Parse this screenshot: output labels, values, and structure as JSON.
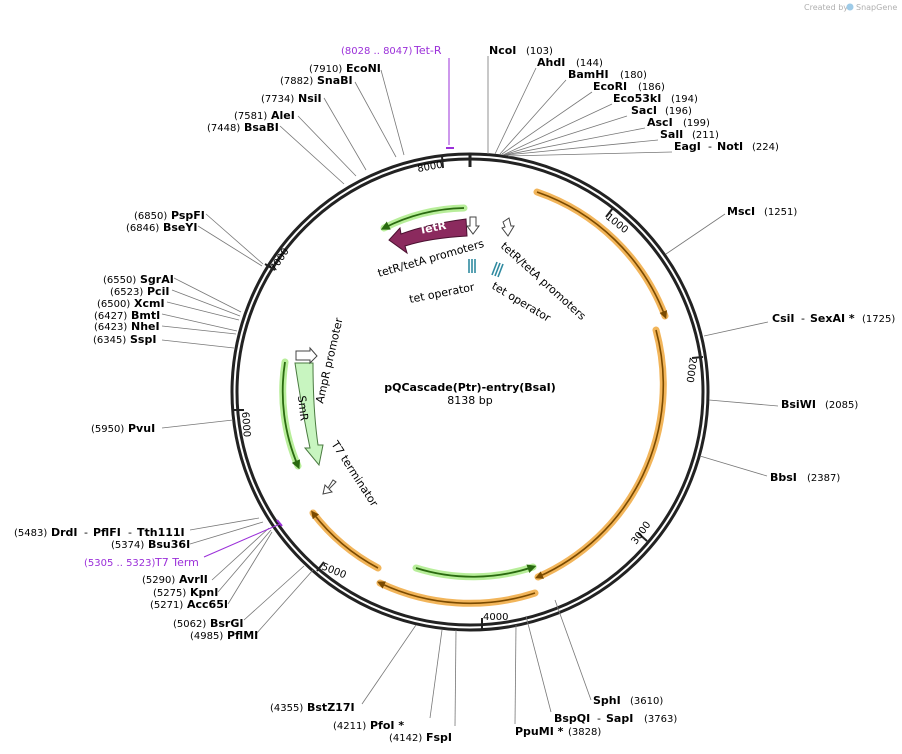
{
  "watermark": {
    "prefix": "Created by",
    "brand": "SnapGene"
  },
  "plasmid": {
    "name": "pQCascade(Ptr)-entry(BsaI)",
    "size_label": "8138 bp"
  },
  "ticks": [
    "1000",
    "2000",
    "3000",
    "4000",
    "5000",
    "6000",
    "7000",
    "8000"
  ],
  "sites": [
    {
      "name": "NcoI",
      "pos": "(103)"
    },
    {
      "name": "AhdI",
      "pos": "(144)"
    },
    {
      "name": "BamHI",
      "pos": "(180)"
    },
    {
      "name": "EcoRI",
      "pos": "(186)"
    },
    {
      "name": "Eco53kI",
      "pos": "(194)"
    },
    {
      "name": "SacI",
      "pos": "(196)"
    },
    {
      "name": "AscI",
      "pos": "(199)"
    },
    {
      "name": "SalI",
      "pos": "(211)"
    },
    {
      "name": "EagI",
      "name2": "NotI",
      "pos": "(224)"
    },
    {
      "name": "MscI",
      "pos": "(1251)"
    },
    {
      "name": "CsiI",
      "name2": "SexAI *",
      "pos": "(1725)"
    },
    {
      "name": "BsiWI",
      "pos": "(2085)"
    },
    {
      "name": "BbsI",
      "pos": "(2387)"
    },
    {
      "name": "SphI",
      "pos": "(3610)"
    },
    {
      "name": "BspQI",
      "name2": "SapI",
      "pos": "(3763)"
    },
    {
      "name": "PpuMI *",
      "pos": "(3828)"
    },
    {
      "name": "FspI",
      "pos": "(4142)"
    },
    {
      "name": "PfoI *",
      "pos": "(4211)"
    },
    {
      "name": "BstZ17I",
      "pos": "(4355)"
    },
    {
      "name": "PflMI",
      "pos": "(4985)"
    },
    {
      "name": "BsrGI",
      "pos": "(5062)"
    },
    {
      "name": "Acc65I",
      "pos": "(5271)"
    },
    {
      "name": "KpnI",
      "pos": "(5275)"
    },
    {
      "name": "AvrII",
      "pos": "(5290)"
    },
    {
      "name": "Bsu36I",
      "pos": "(5374)"
    },
    {
      "name": "DrdI",
      "name2": "PflFI",
      "name3": "Tth111I",
      "pos": "(5483)"
    },
    {
      "name": "PvuI",
      "pos": "(5950)"
    },
    {
      "name": "SspI",
      "pos": "(6345)"
    },
    {
      "name": "NheI",
      "pos": "(6423)"
    },
    {
      "name": "BmtI",
      "pos": "(6427)"
    },
    {
      "name": "XcmI",
      "pos": "(6500)"
    },
    {
      "name": "PciI",
      "pos": "(6523)"
    },
    {
      "name": "SgrAI",
      "pos": "(6550)"
    },
    {
      "name": "BseYI",
      "pos": "(6846)"
    },
    {
      "name": "PspFI",
      "pos": "(6850)"
    },
    {
      "name": "BsaBI",
      "pos": "(7448)"
    },
    {
      "name": "AleI",
      "pos": "(7581)"
    },
    {
      "name": "NsiI",
      "pos": "(7734)"
    },
    {
      "name": "SnaBI",
      "pos": "(7882)"
    },
    {
      "name": "EcoNI",
      "pos": "(7910)"
    }
  ],
  "primers": [
    {
      "name": "Tet-R",
      "range": "(8028 .. 8047)"
    },
    {
      "name": "T7 Term",
      "range": "(5305 .. 5323)"
    }
  ],
  "features": {
    "tetr": "TetR",
    "smr": "SmR",
    "tetr_promoters_left": "tetR/tetA promoters",
    "tetr_promoters_right": "tetR/tetA promoters",
    "tet_operator_left": "tet operator",
    "tet_operator_right": "tet operator",
    "ampr_promoter": "AmpR promoter",
    "t7_terminator": "T7 terminator"
  },
  "colors": {
    "backbone": "#222222",
    "orange_feature": "#f2b55a",
    "green_feature": "#6bbf3a",
    "tetr_fill": "#8b2a5e",
    "smr_fill": "#c8f5c0",
    "primer": "#9b30d9",
    "operator": "#2f8aa0"
  }
}
